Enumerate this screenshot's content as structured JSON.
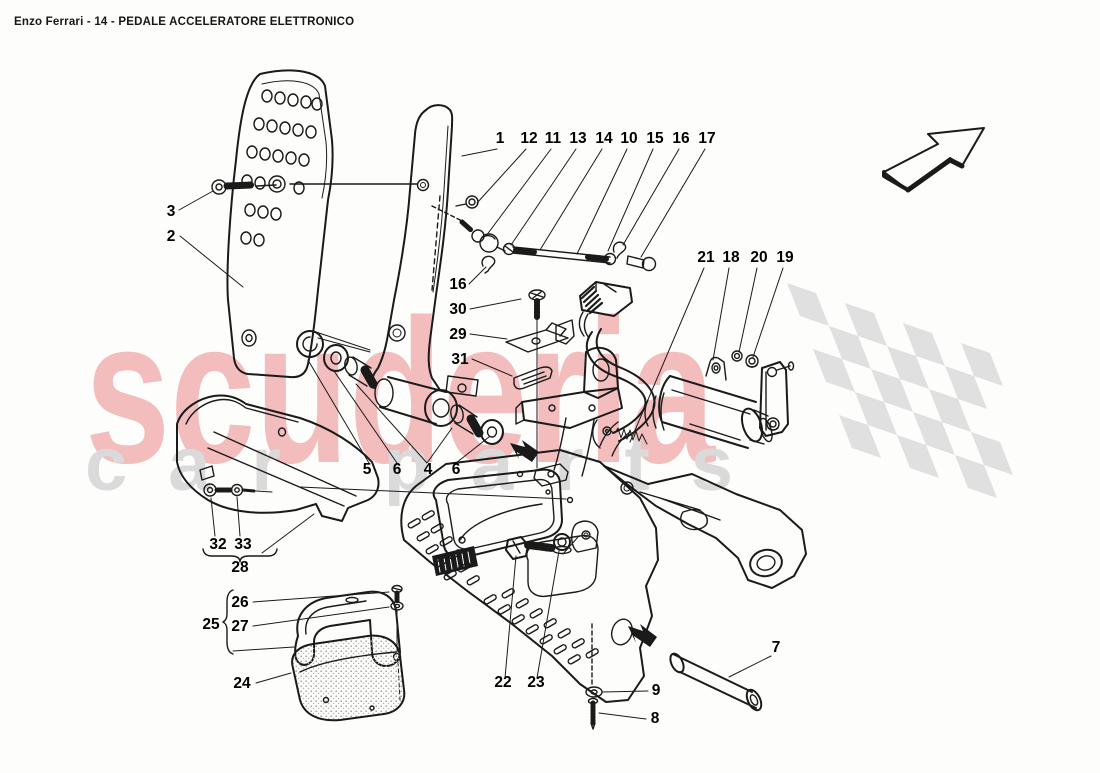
{
  "page": {
    "title": "Enzo Ferrari - 14 - PEDALE ACCELERATORE ELETTRONICO"
  },
  "watermark": {
    "primary": "scuderia",
    "secondary": "car parts"
  },
  "colors": {
    "line": "#1a1a1a",
    "title_text": "#161616",
    "watermark_primary": "#f3bdbd",
    "watermark_secondary": "#dadada",
    "checker": "#e0e0e0",
    "background": "#fdfdfb"
  },
  "diagram": {
    "description": "Exploded parts diagram of the electronic accelerator pedal assembly",
    "callouts": [
      {
        "n": "1"
      },
      {
        "n": "12"
      },
      {
        "n": "11"
      },
      {
        "n": "13"
      },
      {
        "n": "14"
      },
      {
        "n": "10"
      },
      {
        "n": "15"
      },
      {
        "n": "16"
      },
      {
        "n": "17"
      },
      {
        "n": "21"
      },
      {
        "n": "18"
      },
      {
        "n": "20"
      },
      {
        "n": "19"
      },
      {
        "n": "3"
      },
      {
        "n": "2"
      },
      {
        "n": "16"
      },
      {
        "n": "30"
      },
      {
        "n": "29"
      },
      {
        "n": "31"
      },
      {
        "n": "5"
      },
      {
        "n": "6"
      },
      {
        "n": "4"
      },
      {
        "n": "6"
      },
      {
        "n": "32"
      },
      {
        "n": "33"
      },
      {
        "n": "28"
      },
      {
        "n": "26"
      },
      {
        "n": "25"
      },
      {
        "n": "27"
      },
      {
        "n": "24"
      },
      {
        "n": "22"
      },
      {
        "n": "23"
      },
      {
        "n": "9"
      },
      {
        "n": "8"
      },
      {
        "n": "7"
      }
    ]
  }
}
